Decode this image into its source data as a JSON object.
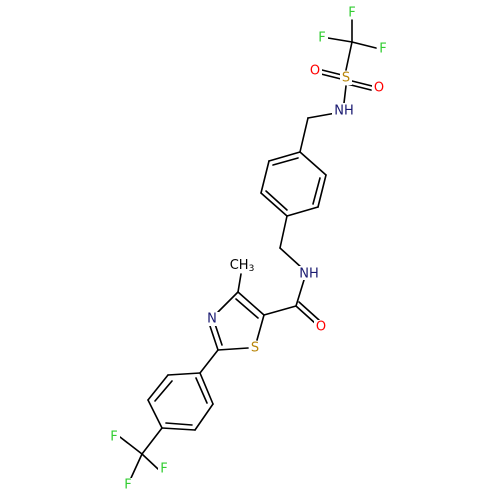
{
  "molecule": {
    "atoms": {
      "f_top1": {
        "symbol": "F",
        "color": "#32cd32"
      },
      "f_top2": {
        "symbol": "F",
        "color": "#32cd32"
      },
      "f_top3": {
        "symbol": "F",
        "color": "#32cd32"
      },
      "s_sulfonyl": {
        "symbol": "S",
        "color": "#b8860b"
      },
      "o_sulfonyl1": {
        "symbol": "O",
        "color": "#ff0000"
      },
      "o_sulfonyl2": {
        "symbol": "O",
        "color": "#ff0000"
      },
      "nh_sulfonamide": {
        "symbol": "NH",
        "color": "#191970"
      },
      "nh_amide": {
        "symbol": "NH",
        "color": "#191970"
      },
      "o_carbonyl": {
        "symbol": "O",
        "color": "#ff0000"
      },
      "n_thiazole": {
        "symbol": "N",
        "color": "#191970"
      },
      "s_thiazole": {
        "symbol": "S",
        "color": "#b8860b"
      },
      "methyl": {
        "symbol": "CH",
        "subscript": "3",
        "color": "#000000"
      },
      "f_bot1": {
        "symbol": "F",
        "color": "#32cd32"
      },
      "f_bot2": {
        "symbol": "F",
        "color": "#32cd32"
      },
      "f_bot3": {
        "symbol": "F",
        "color": "#32cd32"
      }
    }
  }
}
